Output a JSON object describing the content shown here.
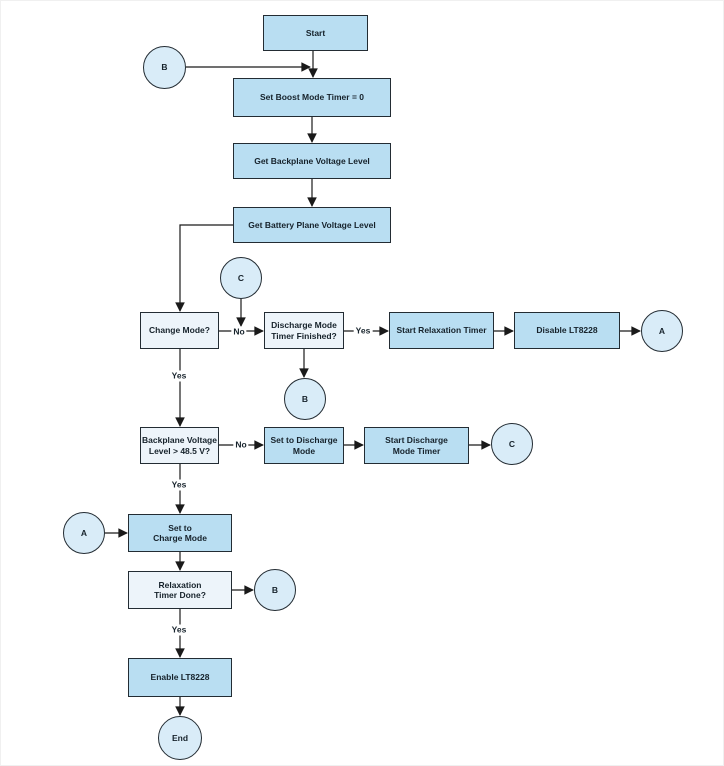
{
  "colors": {
    "process": "#b9def2",
    "decision": "#edf4fa",
    "connector": "#d9ecf8",
    "stroke": "#232c33",
    "line": "#1a1a1a",
    "text": "#16222b",
    "background": "#ffffff"
  },
  "nodes": [
    {
      "id": "start",
      "type": "process",
      "label": "Start"
    },
    {
      "id": "connector-b-entry",
      "type": "connector",
      "label": "B"
    },
    {
      "id": "set-boost-timer",
      "type": "process",
      "label": "Set Boost Mode Timer = 0"
    },
    {
      "id": "get-backplane-voltage",
      "type": "process",
      "label": "Get Backplane Voltage Level"
    },
    {
      "id": "get-battery-plane-voltage",
      "type": "process",
      "label": "Get Battery Plane Voltage Level"
    },
    {
      "id": "connector-c-entry",
      "type": "connector",
      "label": "C"
    },
    {
      "id": "change-mode",
      "type": "decision",
      "label": "Change Mode?"
    },
    {
      "id": "discharge-timer-finished",
      "type": "decision",
      "label": "Discharge Mode\nTimer Finished?"
    },
    {
      "id": "start-relaxation-timer",
      "type": "process",
      "label": "Start Relaxation Timer"
    },
    {
      "id": "disable-lt8228",
      "type": "process",
      "label": "Disable LT8228"
    },
    {
      "id": "connector-a-exit",
      "type": "connector",
      "label": "A"
    },
    {
      "id": "connector-b-exit-1",
      "type": "connector",
      "label": "B"
    },
    {
      "id": "backplane-level-check",
      "type": "decision",
      "label": "Backplane Voltage\nLevel > 48.5 V?"
    },
    {
      "id": "set-discharge-mode",
      "type": "process",
      "label": "Set to Discharge\nMode"
    },
    {
      "id": "start-discharge-timer",
      "type": "process",
      "label": "Start Discharge\nMode Timer"
    },
    {
      "id": "connector-c-exit",
      "type": "connector",
      "label": "C"
    },
    {
      "id": "connector-a-entry",
      "type": "connector",
      "label": "A"
    },
    {
      "id": "set-charge-mode",
      "type": "process",
      "label": "Set to\nCharge Mode"
    },
    {
      "id": "relaxation-timer-done",
      "type": "decision",
      "label": "Relaxation\nTimer Done?"
    },
    {
      "id": "connector-b-exit-2",
      "type": "connector",
      "label": "B"
    },
    {
      "id": "enable-lt8228",
      "type": "process",
      "label": "Enable LT8228"
    },
    {
      "id": "end",
      "type": "connector",
      "label": "End"
    }
  ],
  "edge_labels": {
    "change_mode_no": "No",
    "discharge_finished_yes": "Yes",
    "change_mode_yes": "Yes",
    "backplane_no": "No",
    "backplane_yes": "Yes",
    "relaxation_yes": "Yes"
  }
}
